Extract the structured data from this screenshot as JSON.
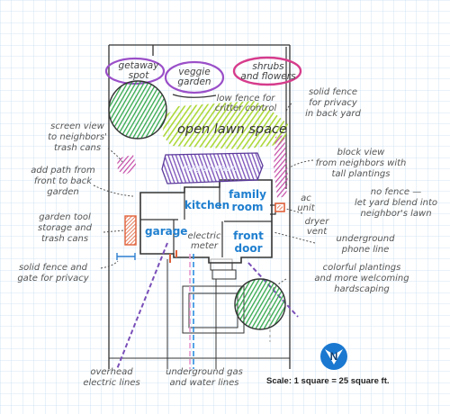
{
  "colors": {
    "grid": "#c6ddf2",
    "ink": "#333333",
    "room_blue": "#1f7fcf",
    "note_gray": "#555555",
    "purple": "#7a4fb8",
    "magenta": "#c44aa6",
    "lawn_green": "#a9d62f",
    "tree_green": "#32a84a",
    "shed_orange": "#e0613a",
    "compass_blue": "#1a78d0"
  },
  "beds": {
    "getaway": "getaway\nspot",
    "veggie": "veggie\ngarden",
    "shrubs": "shrubs\nand flowers"
  },
  "yard": {
    "lawn": "open lawn space",
    "patio": "larger patio"
  },
  "rooms": {
    "kitchen": "kitchen",
    "family": "family\nroom",
    "garage": "garage",
    "front_door": "front\ndoor"
  },
  "notes": {
    "low_fence": "low fence for\ncritter control",
    "solid_fence_back": "solid fence\nfor privacy\nin back yard",
    "screen_view": "screen view\nto  neighbors'\ntrash cans",
    "add_path": "add path from\nfront to back\ngarden",
    "block_view": "block view\nfrom neighbors with\ntall plantings",
    "ac_unit": "ac\nunit",
    "dryer_vent": "dryer\nvent",
    "no_fence": "no fence —\nlet yard blend into\nneighbor's lawn",
    "garden_tool": "garden tool\nstorage and\ntrash cans",
    "electric_meter": "electric\nmeter",
    "underground_phone": "underground\nphone line",
    "solid_fence_gate": "solid fence and\ngate for privacy",
    "colorful": "colorful plantings\nand more welcoming\nhardscaping",
    "overhead_electric": "overhead\nelectric lines",
    "underground_gas": "underground gas\nand water lines"
  },
  "compass": {
    "letter": "N"
  },
  "scale_text": "Scale: 1 square = 25 square ft."
}
